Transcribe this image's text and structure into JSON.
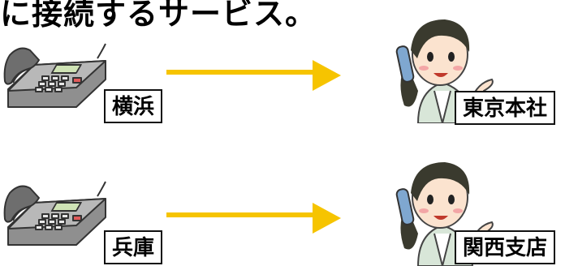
{
  "heading": "に接続するサービス。",
  "routes": [
    {
      "from": "横浜",
      "to": "東京本社"
    },
    {
      "from": "兵庫",
      "to": "関西支店"
    }
  ],
  "icons": {
    "source": "telephone-icon",
    "destination": "operator-woman-icon"
  },
  "colors": {
    "arrow": "#F6C400",
    "label_border": "#111111",
    "skin": "#FBE3CF",
    "hair": "#3A3A2E",
    "coat": "#D8E6D8"
  }
}
